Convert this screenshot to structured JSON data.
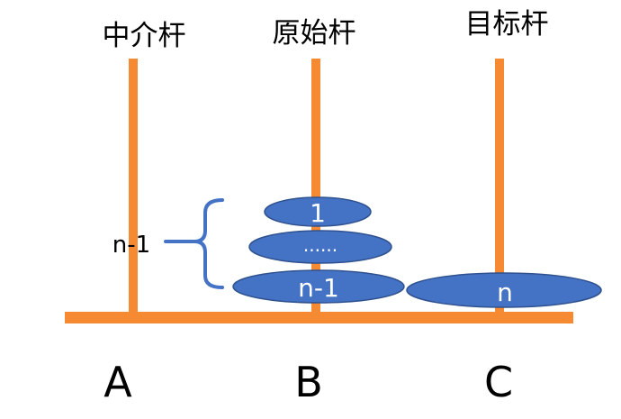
{
  "rods": [
    {
      "title": "中介杆",
      "letter": "A"
    },
    {
      "title": "原始杆",
      "letter": "B"
    },
    {
      "title": "目标杆",
      "letter": "C"
    }
  ],
  "disks": {
    "top": "1",
    "middle": "......",
    "bottom": "n-1",
    "target": "n"
  },
  "brace_label": "n-1",
  "colors": {
    "rod": "#f58a32",
    "disk_fill": "#4472c4",
    "disk_stroke": "#2f528f",
    "brace": "#4472c4"
  }
}
